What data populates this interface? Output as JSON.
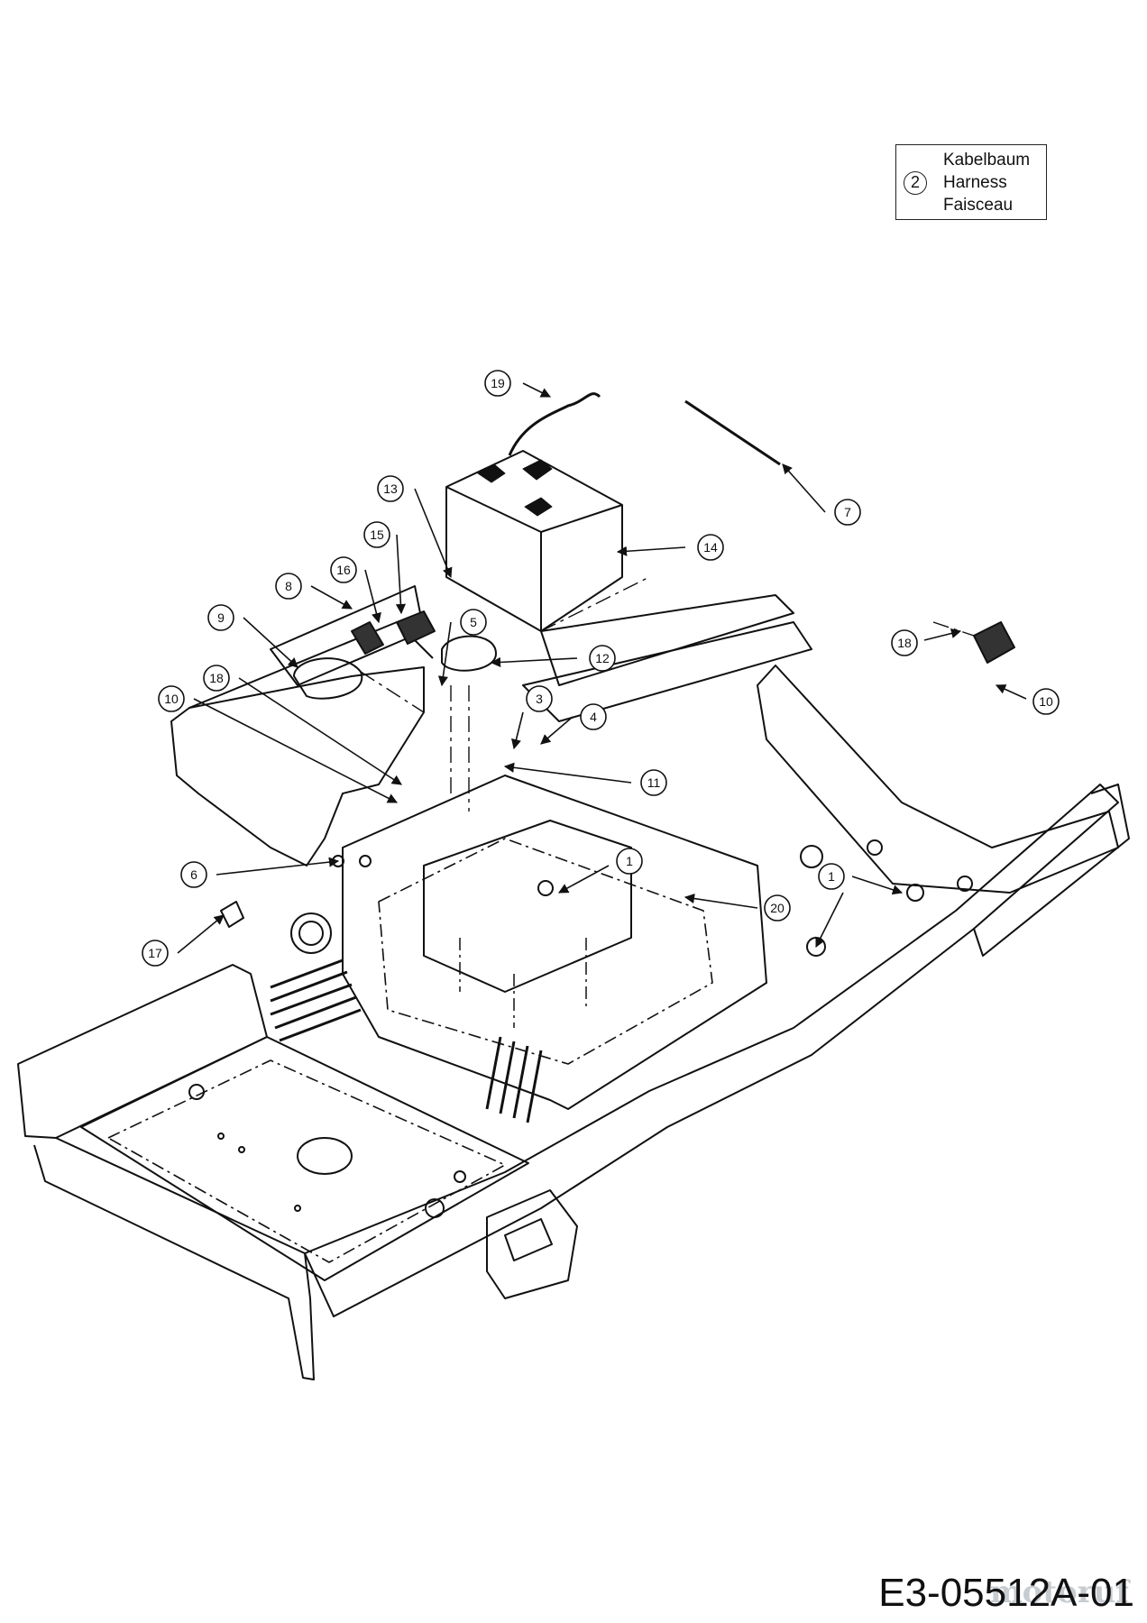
{
  "legend": {
    "number": "2",
    "lines": [
      "Kabelbaum",
      "Harness",
      "Faisceau"
    ]
  },
  "callouts": [
    {
      "label": "19"
    },
    {
      "label": "7"
    },
    {
      "label": "13"
    },
    {
      "label": "14"
    },
    {
      "label": "15"
    },
    {
      "label": "16"
    },
    {
      "label": "8"
    },
    {
      "label": "9"
    },
    {
      "label": "5"
    },
    {
      "label": "12"
    },
    {
      "label": "18"
    },
    {
      "label": "10"
    },
    {
      "label": "3"
    },
    {
      "label": "4"
    },
    {
      "label": "18"
    },
    {
      "label": "10"
    },
    {
      "label": "11"
    },
    {
      "label": "1"
    },
    {
      "label": "6"
    },
    {
      "label": "1"
    },
    {
      "label": "20"
    },
    {
      "label": "17"
    }
  ],
  "document_code": "E3-05512A-01",
  "watermark": {
    "text_a": "motor",
    "text_b": "uf"
  }
}
